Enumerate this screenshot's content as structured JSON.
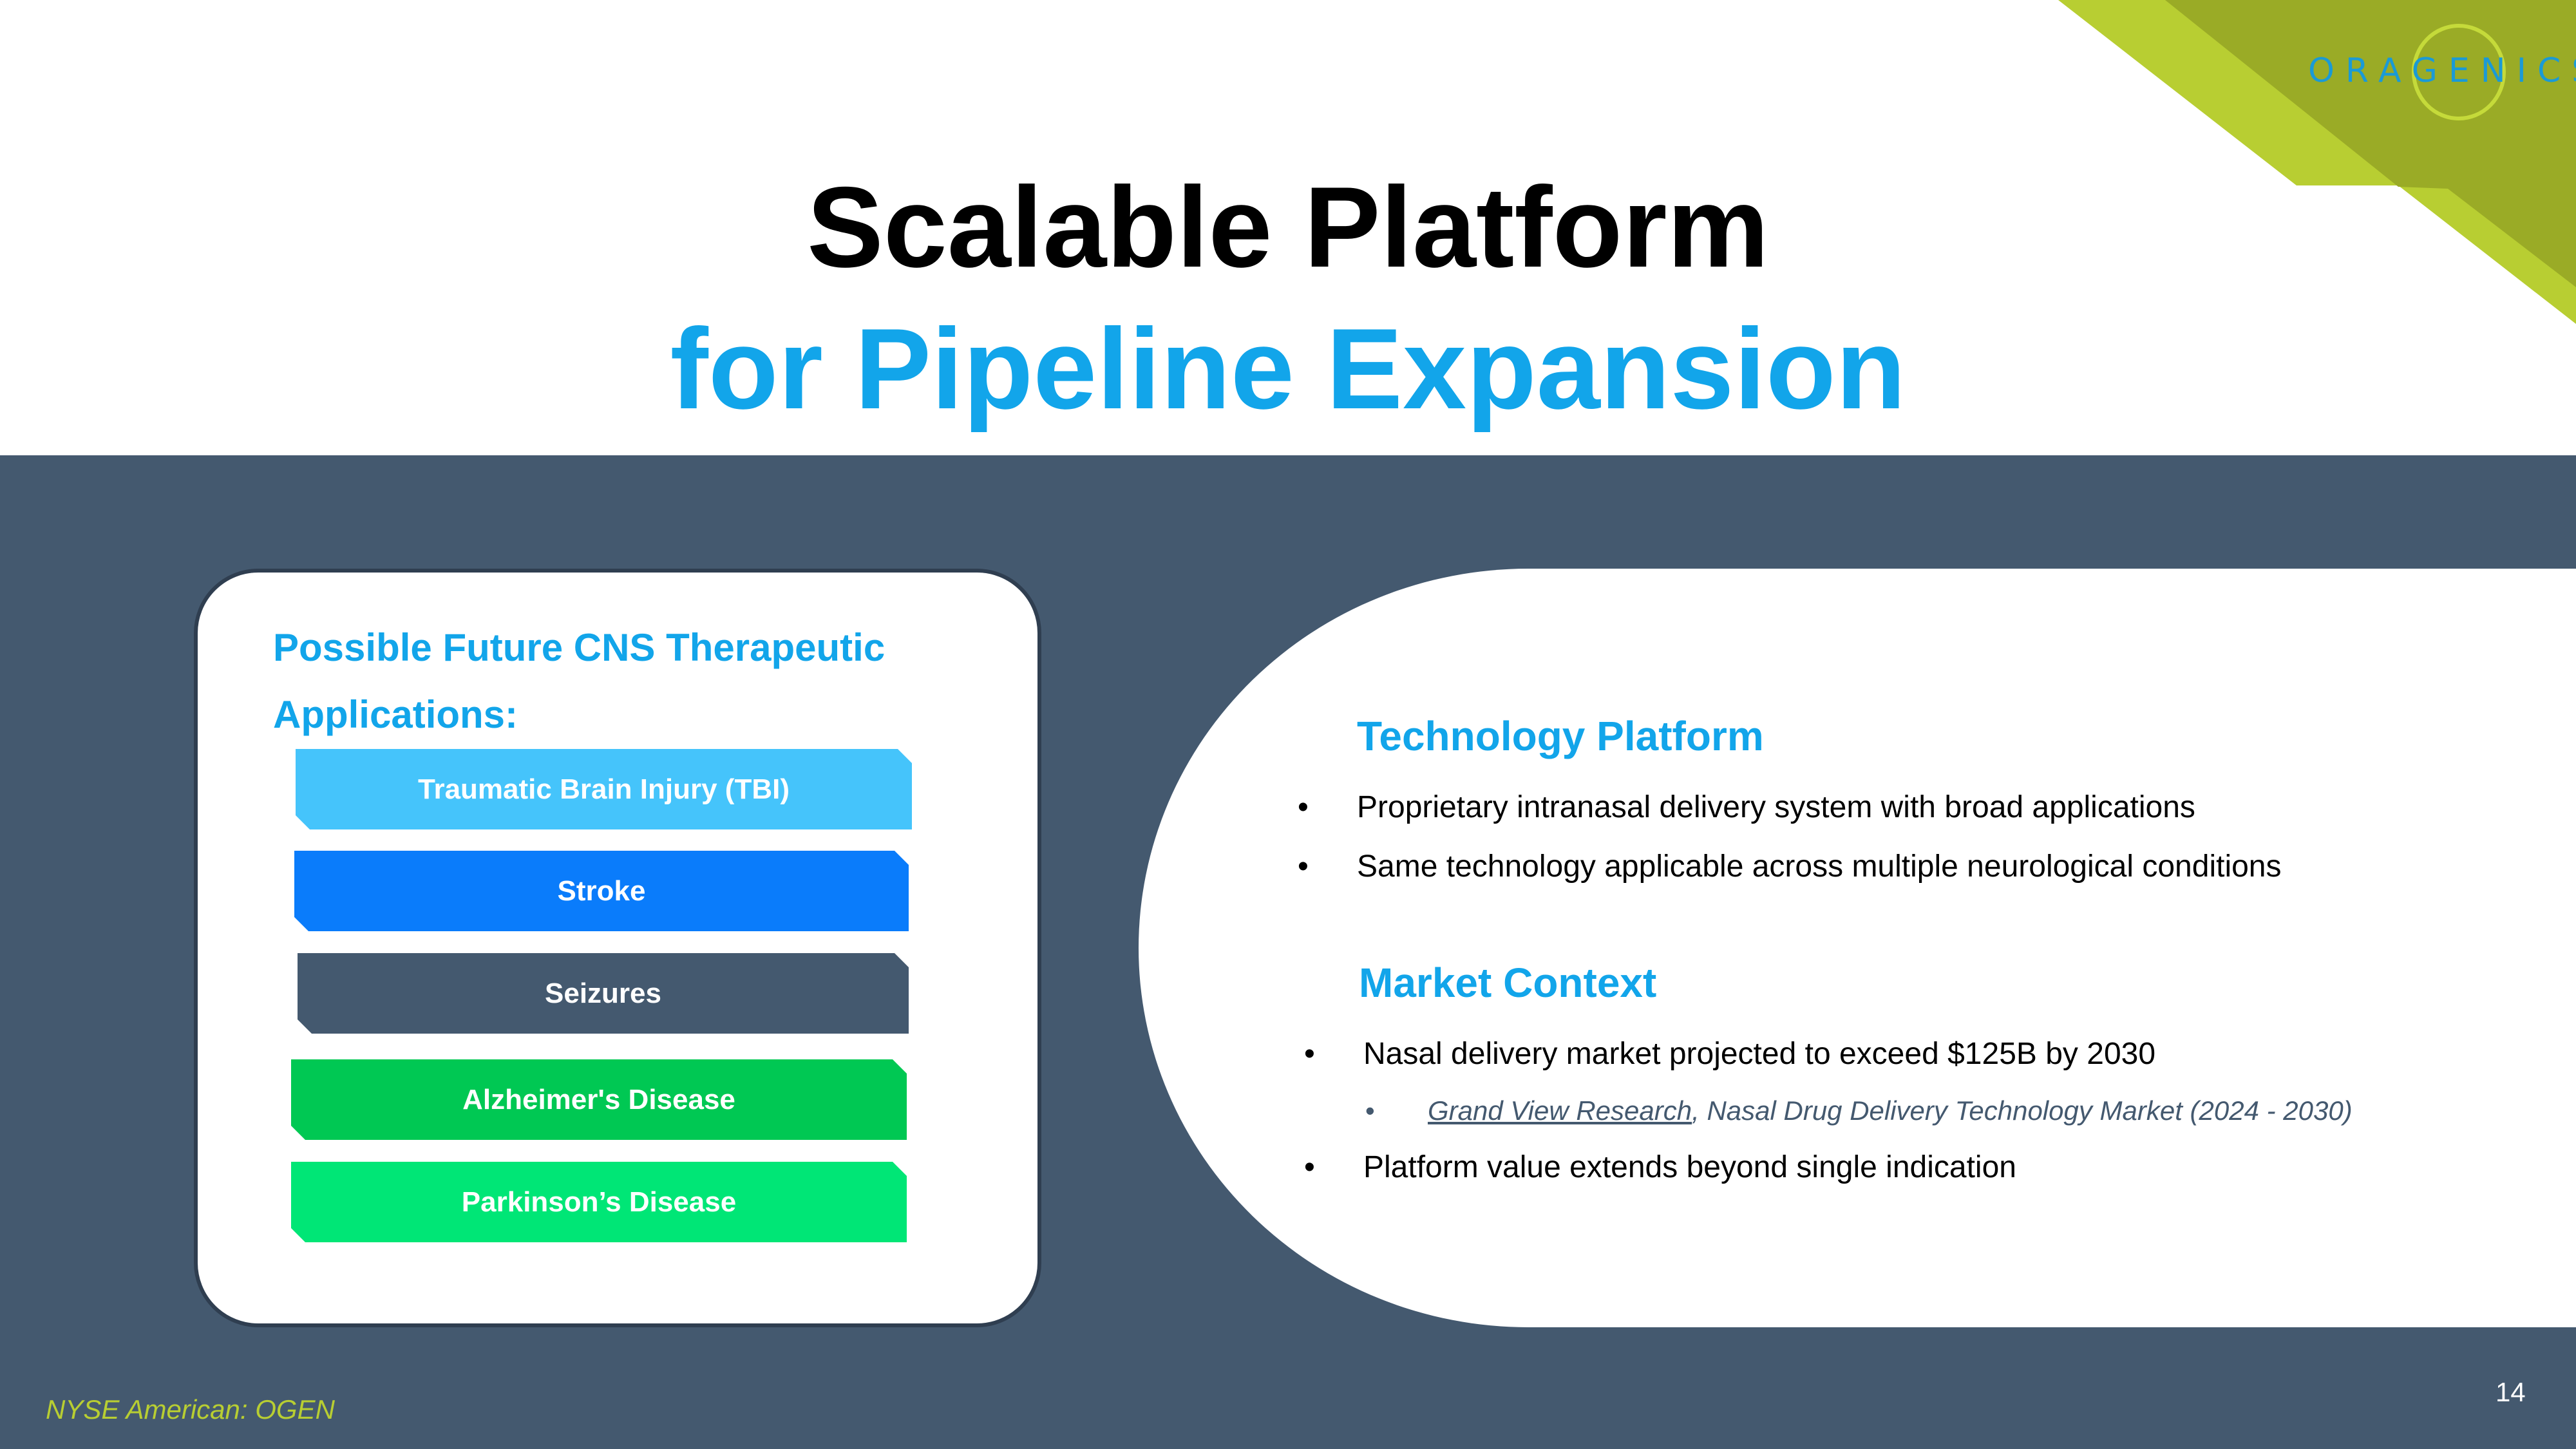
{
  "logo": {
    "text": "ORAGENICS"
  },
  "colors": {
    "accent_blue": "#12A5EA",
    "band": "#44596F",
    "lime": "#B8CE32",
    "olive": "#9AAB26"
  },
  "header": {
    "title_line1": "Scalable Platform",
    "title_line2": "for Pipeline Expansion"
  },
  "applications": {
    "heading_line1": "Possible Future CNS Therapeutic",
    "heading_line2": "Applications:",
    "items": [
      {
        "label": "Traumatic Brain Injury (TBI)",
        "color": "#45C4FB"
      },
      {
        "label": "Stroke",
        "color": "#0A7CFB"
      },
      {
        "label": "Seizures",
        "color": "#44596F"
      },
      {
        "label": "Alzheimer's Disease",
        "color": "#00C853"
      },
      {
        "label": "Parkinson’s Disease",
        "color": "#00E676"
      }
    ]
  },
  "technology": {
    "heading": "Technology Platform",
    "bullets": [
      "Proprietary intranasal delivery system with broad applications",
      "Same technology applicable across multiple neurological conditions"
    ]
  },
  "market": {
    "heading": "Market Context",
    "bullet1": "Nasal delivery market projected to exceed $125B by 2030",
    "source_link": "Grand View Research",
    "source_rest": ", Nasal Drug Delivery Technology Market (2024 - 2030)",
    "bullet2": "Platform value extends beyond single indication"
  },
  "bullet_char": "•",
  "footer": {
    "ticker": "NYSE American: OGEN",
    "page": "14"
  }
}
